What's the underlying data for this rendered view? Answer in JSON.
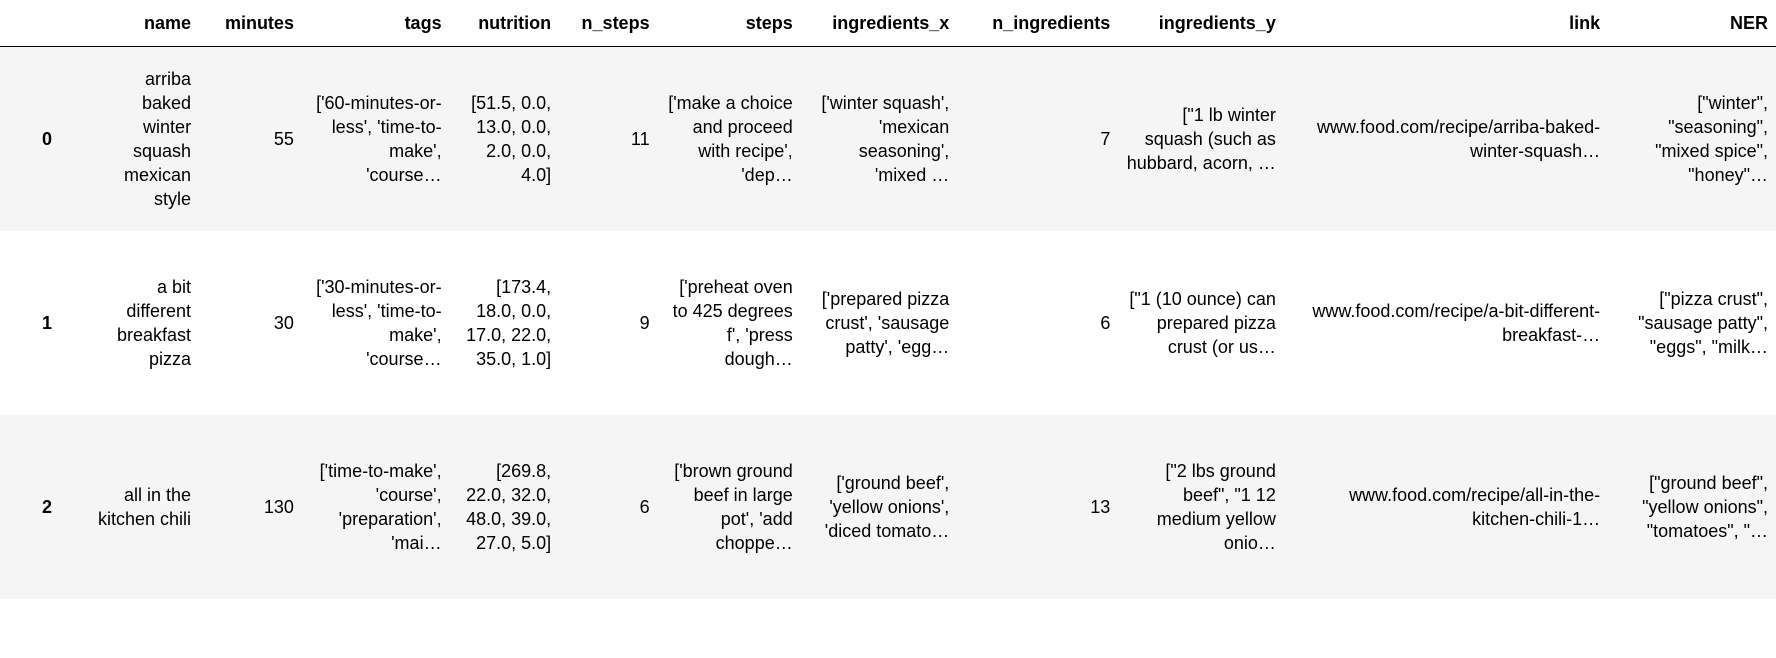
{
  "table": {
    "columns": [
      "",
      "name",
      "minutes",
      "tags",
      "nutrition",
      "n_steps",
      "steps",
      "ingredients_x",
      "n_ingredients",
      "ingredients_y",
      "link",
      "NER"
    ],
    "rows": [
      {
        "index": "0",
        "cells": [
          "arriba baked winter squash mexican style",
          "55",
          "['60-minutes-or-less', 'time-to-make', 'course…",
          "[51.5, 0.0, 13.0, 0.0, 2.0, 0.0, 4.0]",
          "11",
          "['make a choice and proceed with recipe', 'dep…",
          "['winter squash', 'mexican seasoning', 'mixed …",
          "7",
          "[\"1 lb winter squash (such as hubbard, acorn, …",
          "www.food.com/recipe/arriba-baked-winter-squash…",
          "[\"winter\", \"seasoning\", \"mixed spice\", \"honey\"…"
        ]
      },
      {
        "index": "1",
        "cells": [
          "a bit different breakfast pizza",
          "30",
          "['30-minutes-or-less', 'time-to-make', 'course…",
          "[173.4, 18.0, 0.0, 17.0, 22.0, 35.0, 1.0]",
          "9",
          "['preheat oven to 425 degrees f', 'press dough…",
          "['prepared pizza crust', 'sausage patty', 'egg…",
          "6",
          "[\"1 (10 ounce) can prepared pizza crust (or us…",
          "www.food.com/recipe/a-bit-different-breakfast-…",
          "[\"pizza crust\", \"sausage patty\", \"eggs\", \"milk…"
        ]
      },
      {
        "index": "2",
        "cells": [
          "all in the kitchen chili",
          "130",
          "['time-to-make', 'course', 'preparation', 'mai…",
          "[269.8, 22.0, 32.0, 48.0, 39.0, 27.0, 5.0]",
          "6",
          "['brown ground beef in large pot', 'add choppe…",
          "['ground beef', 'yellow onions', 'diced tomato…",
          "13",
          "[\"2 lbs ground beef\", \"1 12 medium yellow onio…",
          "www.food.com/recipe/all-in-the-kitchen-chili-1…",
          "[\"ground beef\", \"yellow onions\", \"tomatoes\", \"…"
        ]
      }
    ]
  }
}
